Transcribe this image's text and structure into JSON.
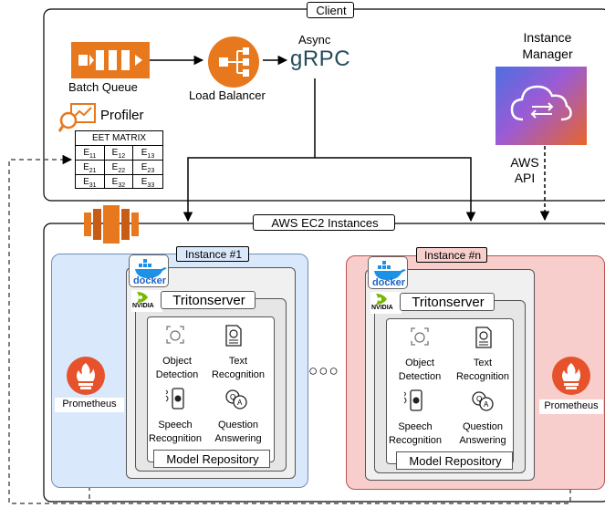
{
  "client": {
    "title": "Client",
    "batch_queue": "Batch Queue",
    "load_balancer": "Load Balancer",
    "async": "Async",
    "grpc": "gRPC",
    "profiler": "Profiler",
    "instance_manager_line1": "Instance",
    "instance_manager_line2": "Manager",
    "aws_api_line1": "AWS",
    "aws_api_line2": "API",
    "eet_matrix": {
      "title": "EET MATRIX",
      "rows": [
        [
          "E11",
          "E12",
          "E13"
        ],
        [
          "E21",
          "E22",
          "E23"
        ],
        [
          "E31",
          "E32",
          "E33"
        ]
      ]
    }
  },
  "ec2": {
    "title": "AWS EC2 Instances",
    "ellipsis": "○○○"
  },
  "instances": [
    {
      "title": "Instance #1",
      "docker": "docker",
      "nvidia": "NVIDIA",
      "server": "Tritonserver",
      "models": {
        "object_line1": "Object",
        "object_line2": "Detection",
        "text_line1": "Text",
        "text_line2": "Recognition",
        "speech_line1": "Speech",
        "speech_line2": "Recognition",
        "qa_line1": "Question",
        "qa_line2": "Answering"
      },
      "repository": "Model Repository",
      "prometheus": "Prometheus"
    },
    {
      "title": "Instance #n",
      "docker": "docker",
      "nvidia": "NVIDIA",
      "server": "Tritonserver",
      "models": {
        "object_line1": "Object",
        "object_line2": "Detection",
        "text_line1": "Text",
        "text_line2": "Recognition",
        "speech_line1": "Speech",
        "speech_line2": "Recognition",
        "qa_line1": "Question",
        "qa_line2": "Answering"
      },
      "repository": "Model Repository",
      "prometheus": "Prometheus"
    }
  ],
  "colors": {
    "aws_orange": "#E8781E",
    "instance1_bg": "#DAE8FC",
    "instance1_border": "#6C8EBF",
    "instancen_bg": "#F8CECC",
    "instancen_border": "#B85450",
    "docker_bg": "#F0F0F0",
    "server_bg": "#E6E6E6",
    "prometheus": "#E6522C",
    "nvidia": "#76B900",
    "grpc": "#244C5A"
  }
}
